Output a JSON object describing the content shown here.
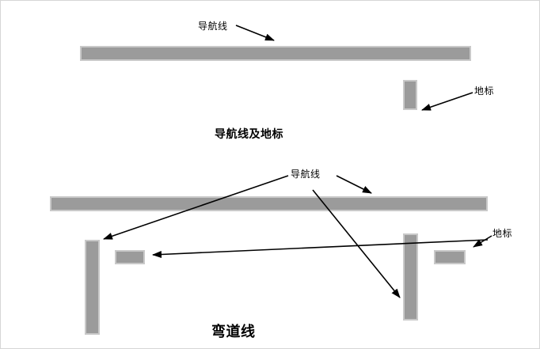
{
  "canvas": {
    "background": "#ffffff"
  },
  "colors": {
    "shape_fill": "#9b9b9b",
    "shape_edge": "#c9c9c9",
    "arrow": "#000000",
    "text": "#000000"
  },
  "top_diagram": {
    "nav_line_label": "导航线",
    "landmark_label": "地标",
    "caption": "导航线及地标"
  },
  "bottom_diagram": {
    "nav_line_label": "导航线",
    "landmark_label": "地标",
    "caption": "弯道线"
  }
}
